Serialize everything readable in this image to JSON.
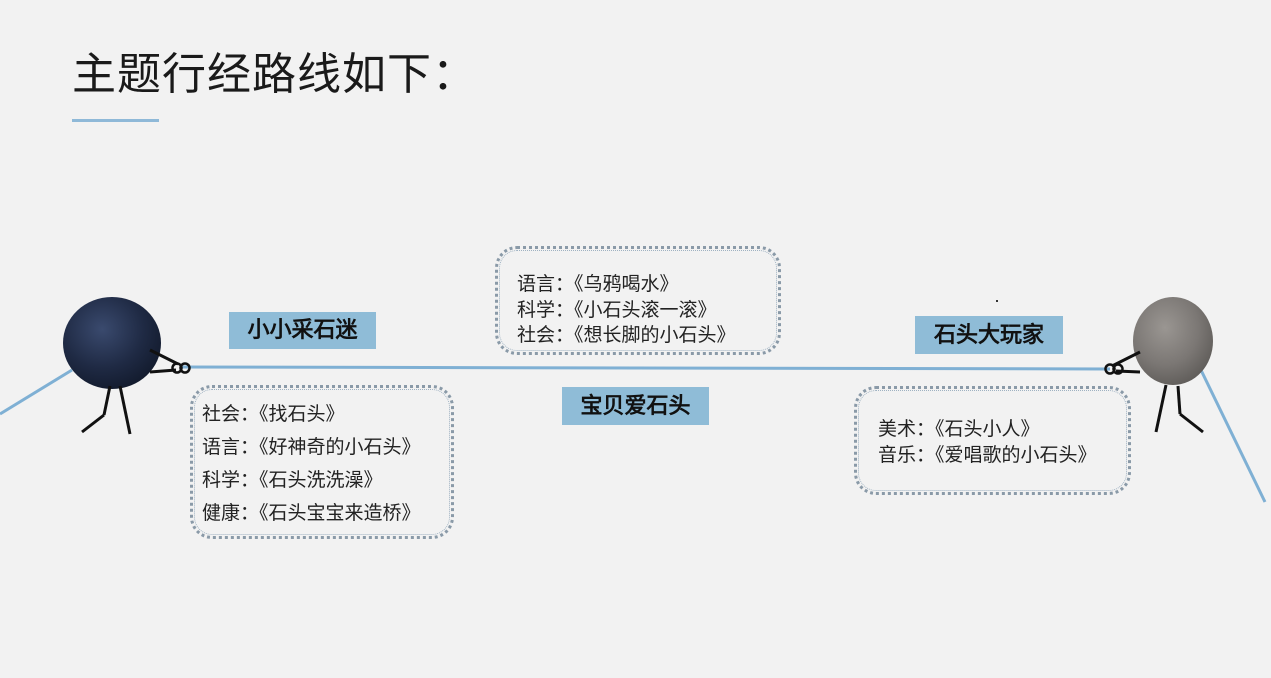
{
  "title": "主题行经路线如下：",
  "colors": {
    "accent": "#8fbcd7",
    "rope": "#7fb0d4",
    "background": "#f2f2f2",
    "stone_left": "#1f2a44",
    "stone_right": "#7b7774"
  },
  "labels": {
    "left": "小小采石迷",
    "center": "宝贝爱石头",
    "right": "石头大玩家"
  },
  "boxes": {
    "top": [
      "语言：《乌鸦喝水》",
      "科学：《小石头滚一滚》",
      "社会：《想长脚的小石头》"
    ],
    "left": [
      "社会：《找石头》",
      "语言：《好神奇的小石头》",
      "科学：《石头洗洗澡》",
      "健康：《石头宝宝来造桥》"
    ],
    "right": [
      "美术：《石头小人》",
      "音乐：《爱唱歌的小石头》"
    ]
  },
  "icons": {
    "left_figure": "dark-stone-figure-icon",
    "right_figure": "grey-stone-figure-icon"
  }
}
